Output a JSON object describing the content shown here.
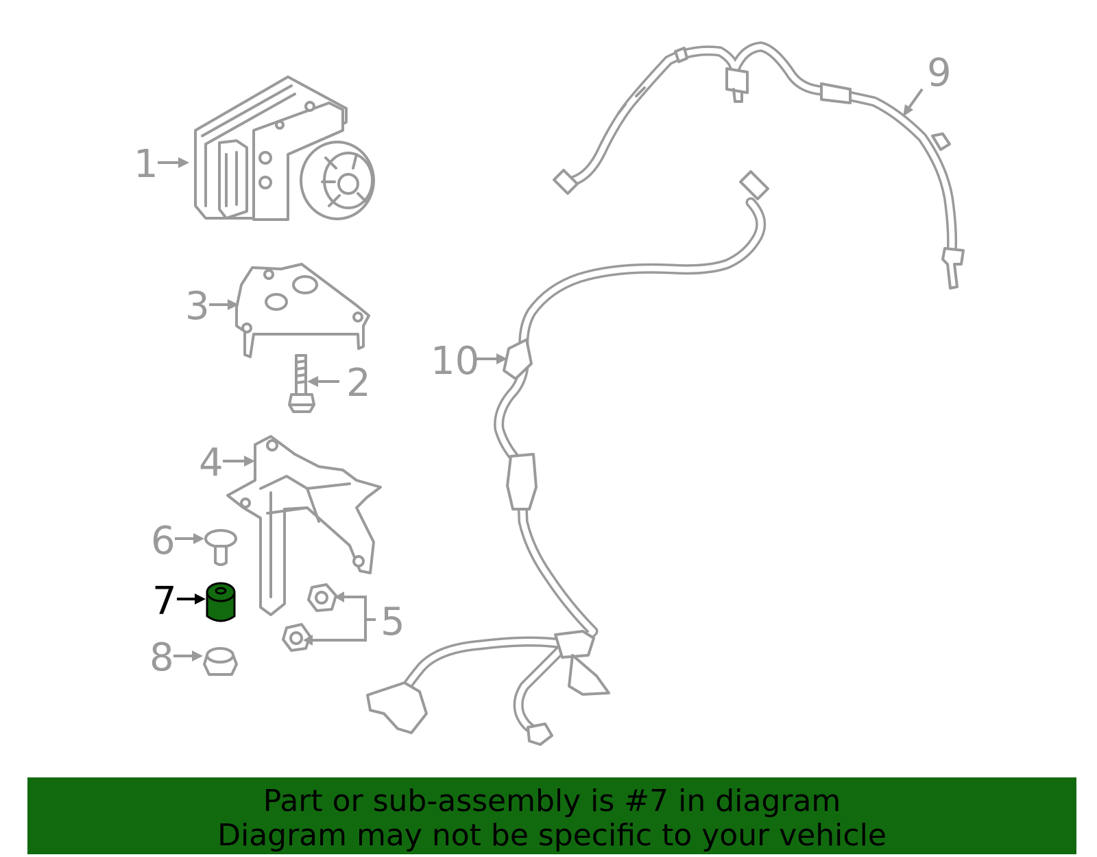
{
  "diagram": {
    "highlight_color": "#126a0f",
    "highlighted_part": "7",
    "callouts": [
      {
        "id": "c1",
        "label": "1"
      },
      {
        "id": "c2",
        "label": "2"
      },
      {
        "id": "c3",
        "label": "3"
      },
      {
        "id": "c4",
        "label": "4"
      },
      {
        "id": "c5",
        "label": "5"
      },
      {
        "id": "c6",
        "label": "6"
      },
      {
        "id": "c7",
        "label": "7"
      },
      {
        "id": "c8",
        "label": "8"
      },
      {
        "id": "c9",
        "label": "9"
      },
      {
        "id": "c10",
        "label": "10"
      }
    ]
  },
  "banner": {
    "background": "#126a0f",
    "line1": "Part or sub-assembly is #7 in diagram",
    "line2": "Diagram may not be specific to your vehicle"
  }
}
